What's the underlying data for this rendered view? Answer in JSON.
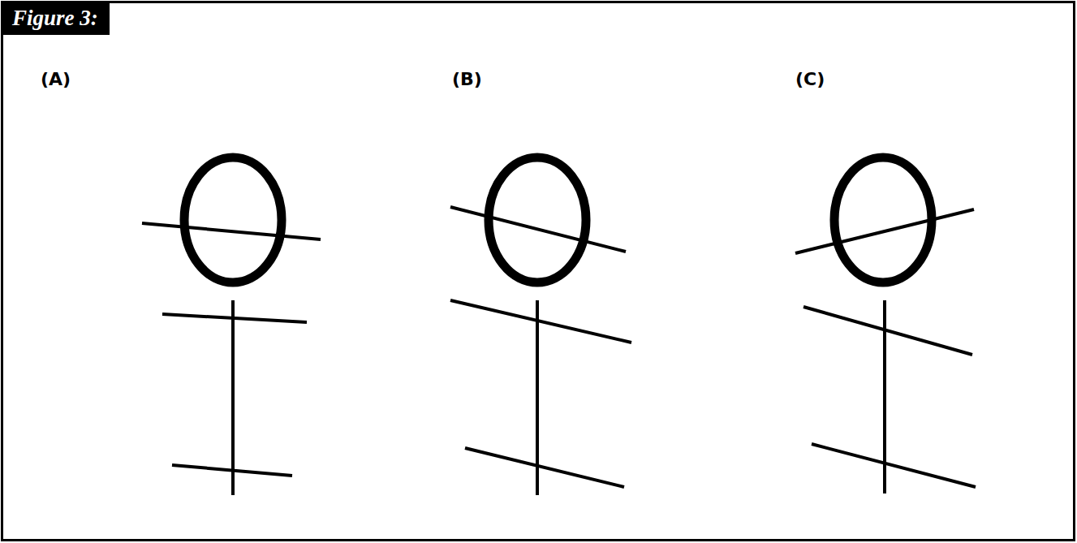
{
  "diagram": {
    "title": "Figure 3:",
    "labels": [
      "(A)",
      "(B)",
      "(C)"
    ]
  }
}
